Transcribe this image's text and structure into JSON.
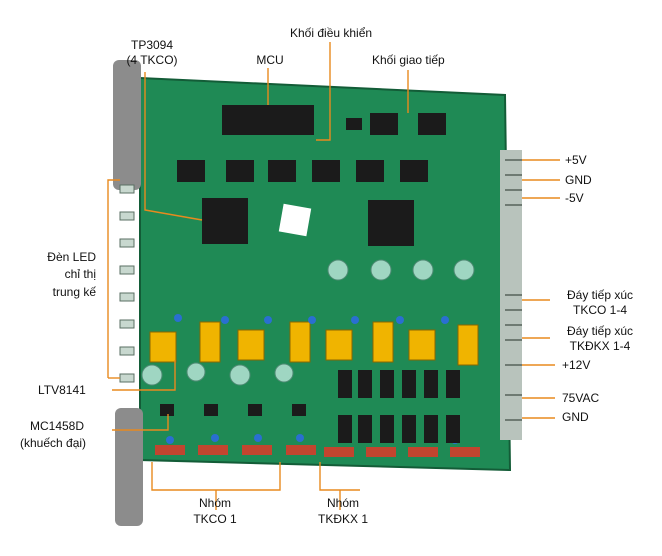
{
  "labels": {
    "tp3094": "TP3094",
    "tp3094_sub": "(4 TKCO)",
    "mcu": "MCU",
    "khoi_dieu_khien": "Khối điều khiển",
    "khoi_giao_tiep": "Khối giao tiếp",
    "plus5v": "+5V",
    "gnd_top": "GND",
    "minus5v": "-5V",
    "den_led_1": "Đèn LED",
    "den_led_2": "chỉ thị",
    "den_led_3": "trung kế",
    "day_tkco_1": "Đáy tiếp xúc",
    "day_tkco_2": "TKCO 1-4",
    "day_tkdkx_1": "Đáy tiếp xúc",
    "day_tkdkx_2": "TKĐKX 1-4",
    "plus12v": "+12V",
    "ltv8141": "LTV8141",
    "vac75": "75VAC",
    "mc1458d": "MC1458D",
    "khuech_dai": "(khuếch đại)",
    "gnd_bottom": "GND",
    "nhom_tkco": "Nhóm",
    "tkco1": "TKCO 1",
    "nhom_tkdkx": "Nhóm",
    "tkdkx1": "TKĐKX 1"
  },
  "colors": {
    "board": "#1f8a55",
    "board_dark": "#176b41",
    "callout": "#e88a1e",
    "chip": "#1b1b1b",
    "transformer": "#f0b400",
    "capacitor": "#2a6fd1",
    "resistor": "#c2452f",
    "rail": "#8c8c8c"
  }
}
